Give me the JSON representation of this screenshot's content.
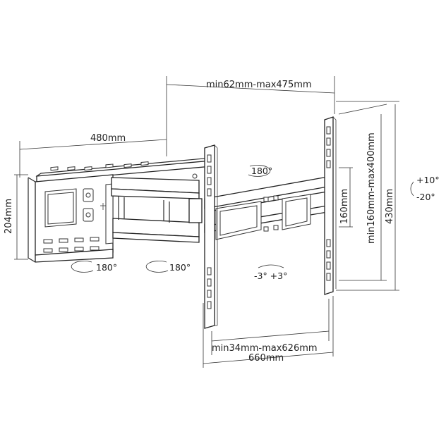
{
  "dimensions": {
    "arm_extension": "min62mm-max475mm",
    "wall_plate_width": "480mm",
    "wall_plate_height": "204mm",
    "vesa_vertical_short": "160mm",
    "vesa_vertical_range": "min160mm-max400mm",
    "tv_bracket_height": "430mm",
    "vesa_horizontal_range": "min34mm-max626mm",
    "tv_bracket_width": "660mm"
  },
  "rotations": {
    "top_swivel": "180°",
    "wall_swivel": "180°",
    "arm_swivel": "180°",
    "level_adjust": "-3° +3°",
    "tilt_up": "+10°",
    "tilt_down": "-20°"
  }
}
